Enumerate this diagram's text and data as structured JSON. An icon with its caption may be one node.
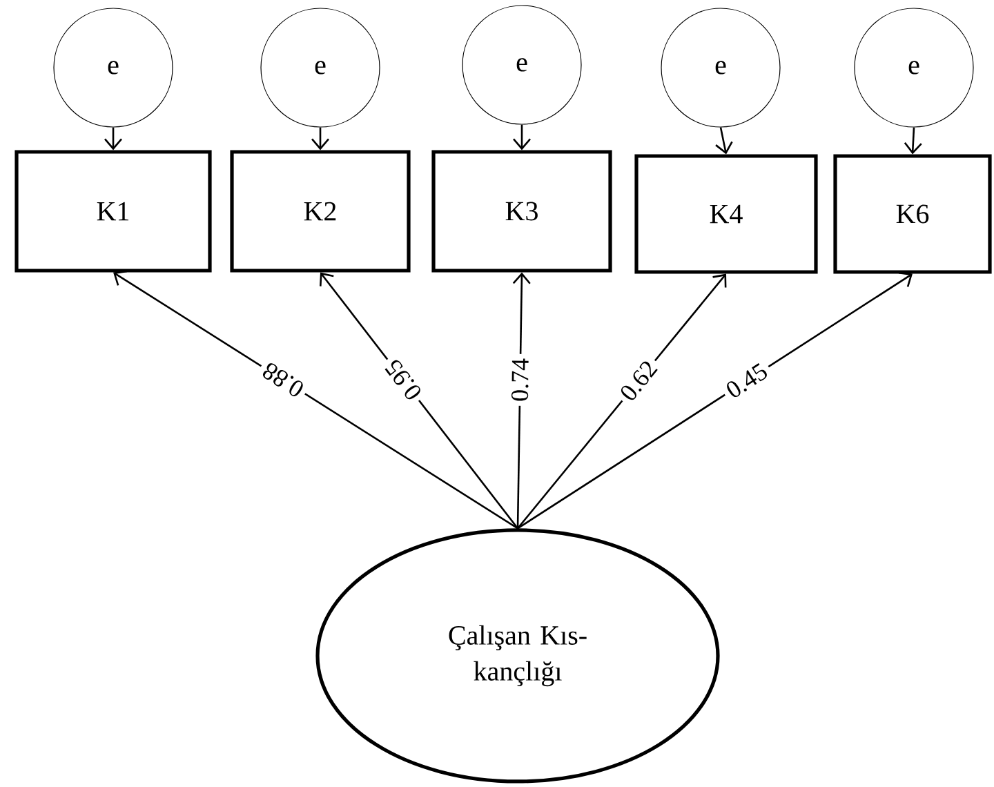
{
  "diagram": {
    "nodes": [
      {
        "text": [
          "e"
        ]
      },
      {
        "text": [
          "e"
        ]
      },
      {
        "text": [
          "e"
        ]
      },
      {
        "text": [
          "e"
        ]
      },
      {
        "text": [
          "e"
        ]
      },
      {
        "text": [
          "K1"
        ]
      },
      {
        "text": [
          "K2"
        ]
      },
      {
        "text": [
          "K3"
        ]
      },
      {
        "text": [
          "K4"
        ]
      },
      {
        "text": [
          "K6"
        ]
      },
      {
        "text": [
          "Çalışan Kıs- kançlığı"
        ]
      }
    ],
    "edges": [
      {
        "from": 0,
        "to": 5,
        "arrow": "to"
      },
      {
        "from": 1,
        "to": 6,
        "arrow": "to"
      },
      {
        "from": 2,
        "to": 7,
        "arrow": "to"
      },
      {
        "from": 3,
        "to": 8,
        "arrow": "to"
      },
      {
        "from": 4,
        "to": 9,
        "arrow": "to"
      },
      {
        "from": 10,
        "to": 5,
        "arrow": "to",
        "label": "0.88"
      },
      {
        "from": 10,
        "to": 6,
        "arrow": "to",
        "label": "0.95"
      },
      {
        "from": 10,
        "to": 7,
        "arrow": "to",
        "label": "0.74"
      },
      {
        "from": 10,
        "to": 8,
        "arrow": "to",
        "label": "0.62"
      },
      {
        "from": 10,
        "to": 9,
        "arrow": "to",
        "label": "0.45"
      }
    ]
  }
}
